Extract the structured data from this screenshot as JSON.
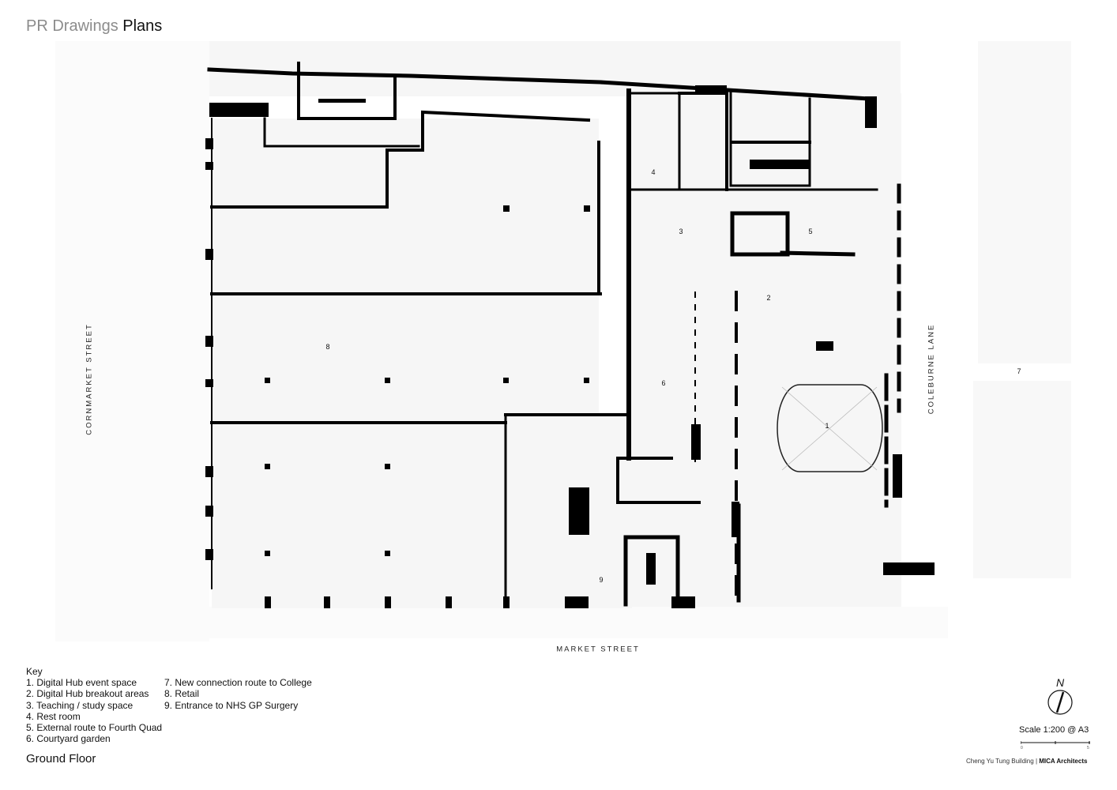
{
  "header": {
    "prefix": "PR Drawings",
    "title": "Plans"
  },
  "streets": {
    "cornmarket": "CORNMARKET STREET",
    "market": "MARKET STREET",
    "coleburne": "COLEBURNE LANE"
  },
  "rooms": [
    "1",
    "2",
    "3",
    "4",
    "5",
    "6",
    "7",
    "8",
    "9"
  ],
  "key": {
    "title": "Key",
    "items": [
      "1. Digital Hub event space",
      "2. Digital Hub breakout areas",
      "3. Teaching / study space",
      "4. Rest room",
      "5. External route to Fourth Quad",
      "6. Courtyard garden",
      "7. New connection route to College",
      "8. Retail",
      "9. Entrance to NHS GP Surgery"
    ]
  },
  "floor_title": "Ground Floor",
  "north_label": "N",
  "scale": {
    "text": "Scale 1:200 @ A3",
    "tick_start": "0",
    "tick_end": "5"
  },
  "credits": {
    "building": "Cheng Yu Tung Building",
    "separator": "|",
    "architect": "MICA Architects"
  }
}
